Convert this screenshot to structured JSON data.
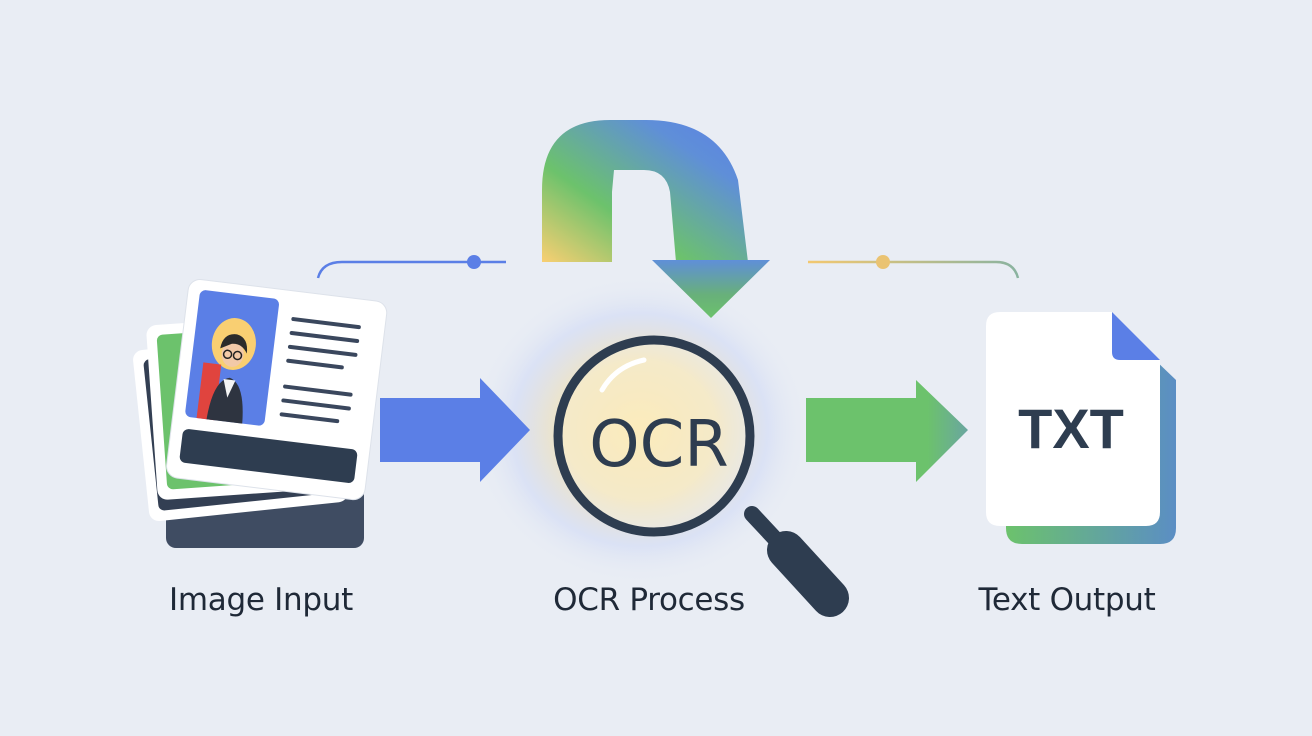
{
  "stages": {
    "input": {
      "label": "Image Input"
    },
    "process": {
      "label": "OCR Process",
      "lens_text": "OCR"
    },
    "output": {
      "label": "Text Output",
      "file_text": "TXT"
    }
  },
  "icons": [
    "id-card-stack-icon",
    "magnifier-icon",
    "text-file-icon",
    "arrow-right-icon",
    "loop-arrow-icon"
  ],
  "colors": {
    "background": "#e9edf4",
    "blue": "#5b7fe6",
    "green": "#6cc26c",
    "yellow": "#f9cf72",
    "navy": "#2e3d50",
    "red": "#e0443e"
  }
}
